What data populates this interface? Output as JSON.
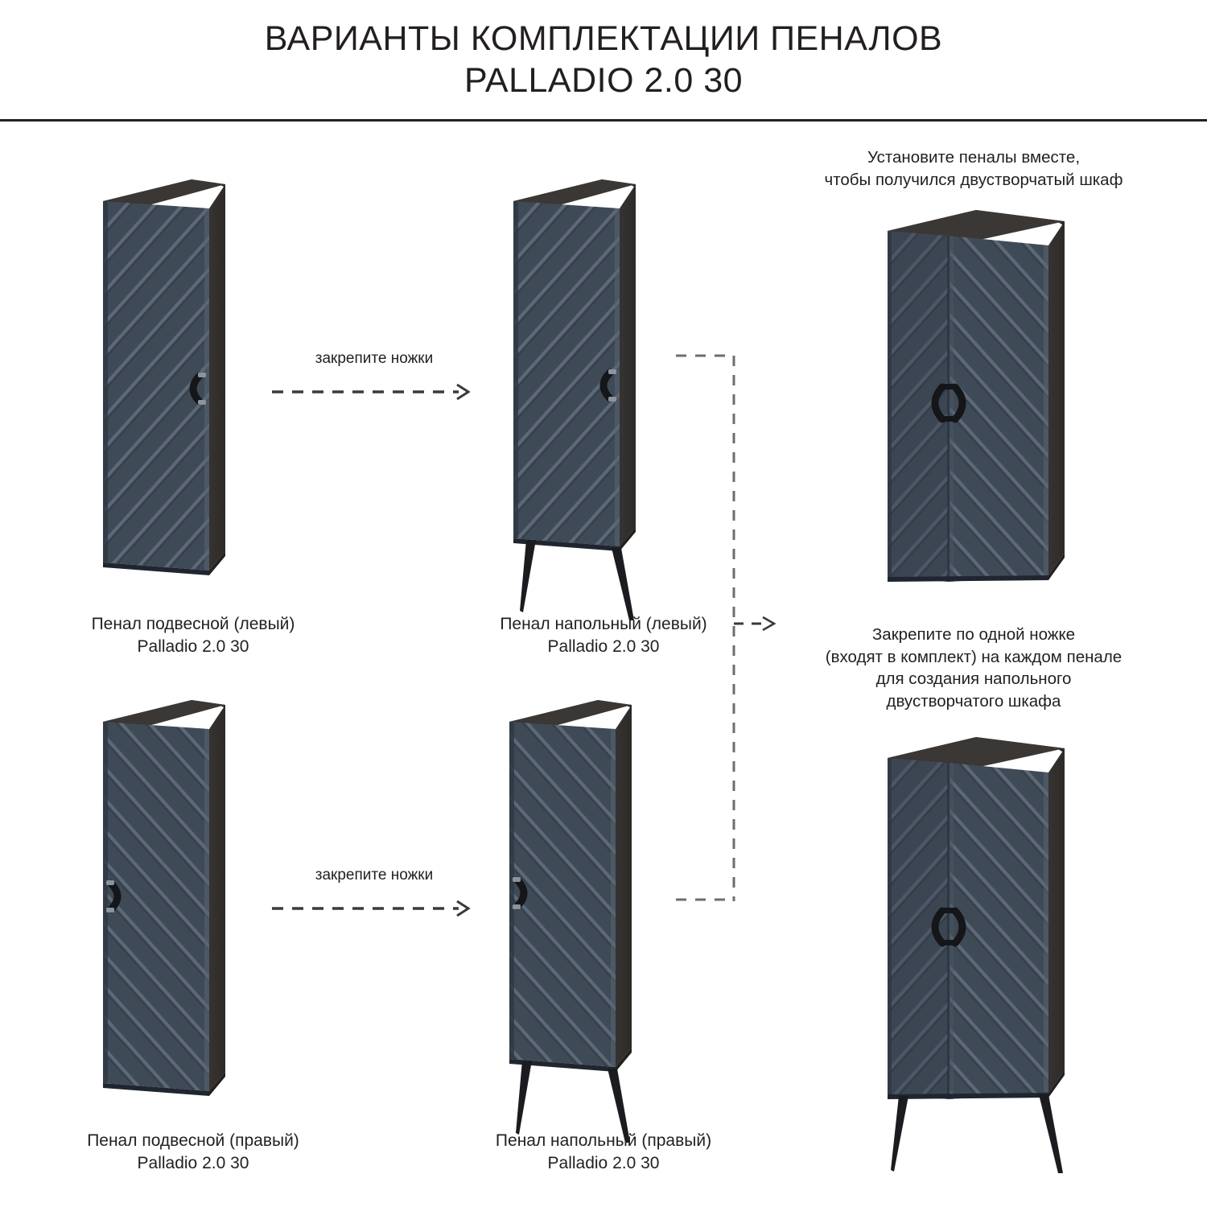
{
  "header": {
    "title_line1": "ВАРИАНТЫ КОМПЛЕКТАЦИИ ПЕНАЛОВ",
    "title_line2": "PALLADIO 2.0 30"
  },
  "captions": {
    "wall_left": "Пенал подвесной (левый)\nPalladio 2.0 30",
    "floor_left": "Пенал напольный (левый)\nPalladio 2.0 30",
    "wall_right": "Пенал подвесной (правый)\nPalladio 2.0 30",
    "floor_right": "Пенал напольный (правый)\nPalladio 2.0 30"
  },
  "notes": {
    "top_right": "Установите пеналы вместе,\nчтобы получился двустворчатый шкаф",
    "mid_right": "Закрепите по одной ножке\n(входят в комплект) на каждом пенале\nдля создания напольного\nдвустворчатого шкафа"
  },
  "arrows": {
    "legs_top": "закрепите ножки",
    "legs_bottom": "закрепите ножки"
  },
  "colors": {
    "front_panel": "#3f4a57",
    "front_stripe_light": "#5e6977",
    "front_stripe_dark": "#353f4b",
    "side_panel": "#322f2d",
    "top_panel": "#3a3734",
    "top_panel_dark": "#2e2b29",
    "handle": "#15161a",
    "leg": "#1b1c1f",
    "line": "#231f20",
    "dashed": "#6d6d6d",
    "background": "#ffffff"
  }
}
